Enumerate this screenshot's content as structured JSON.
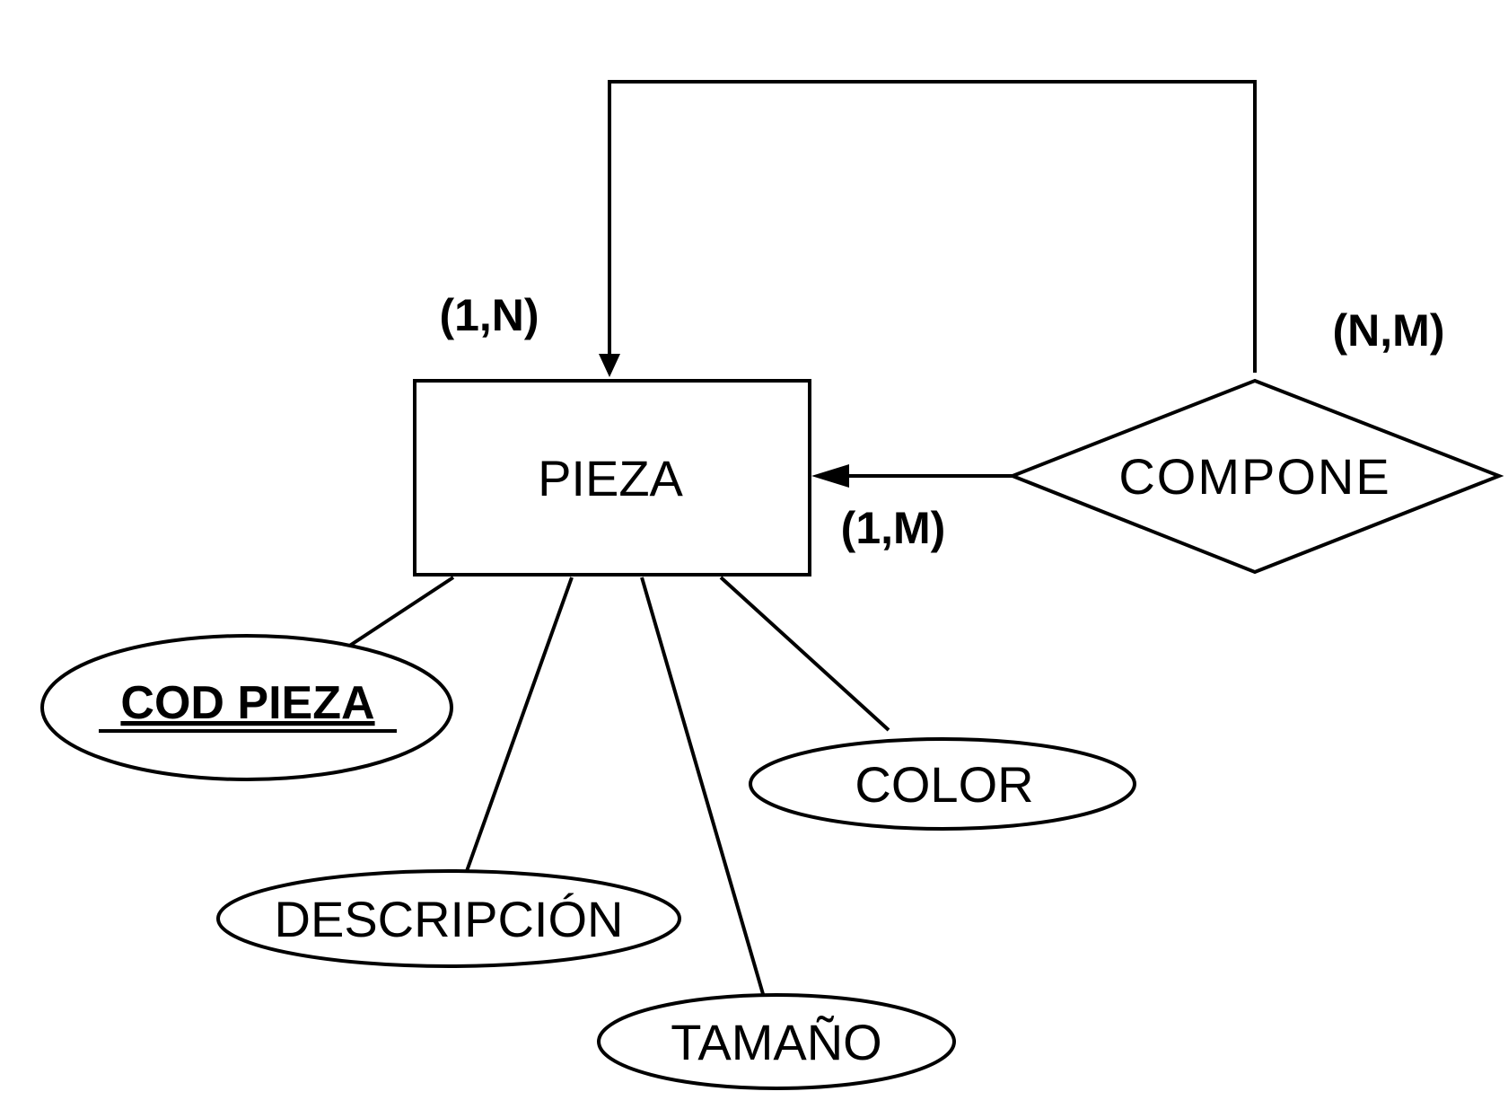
{
  "entity": {
    "name": "PIEZA"
  },
  "relationship": {
    "name": "COMPONE"
  },
  "attributes": {
    "key": "COD PIEZA",
    "descripcion": "DESCRIPCIÓN",
    "tamano": "TAMAÑO",
    "color": "COLOR"
  },
  "cardinalities": {
    "top_entity": "(1,N)",
    "relationship": "(N,M)",
    "side_entity": "(1,M)"
  },
  "colors": {
    "stroke": "#000000",
    "background": "#ffffff"
  }
}
